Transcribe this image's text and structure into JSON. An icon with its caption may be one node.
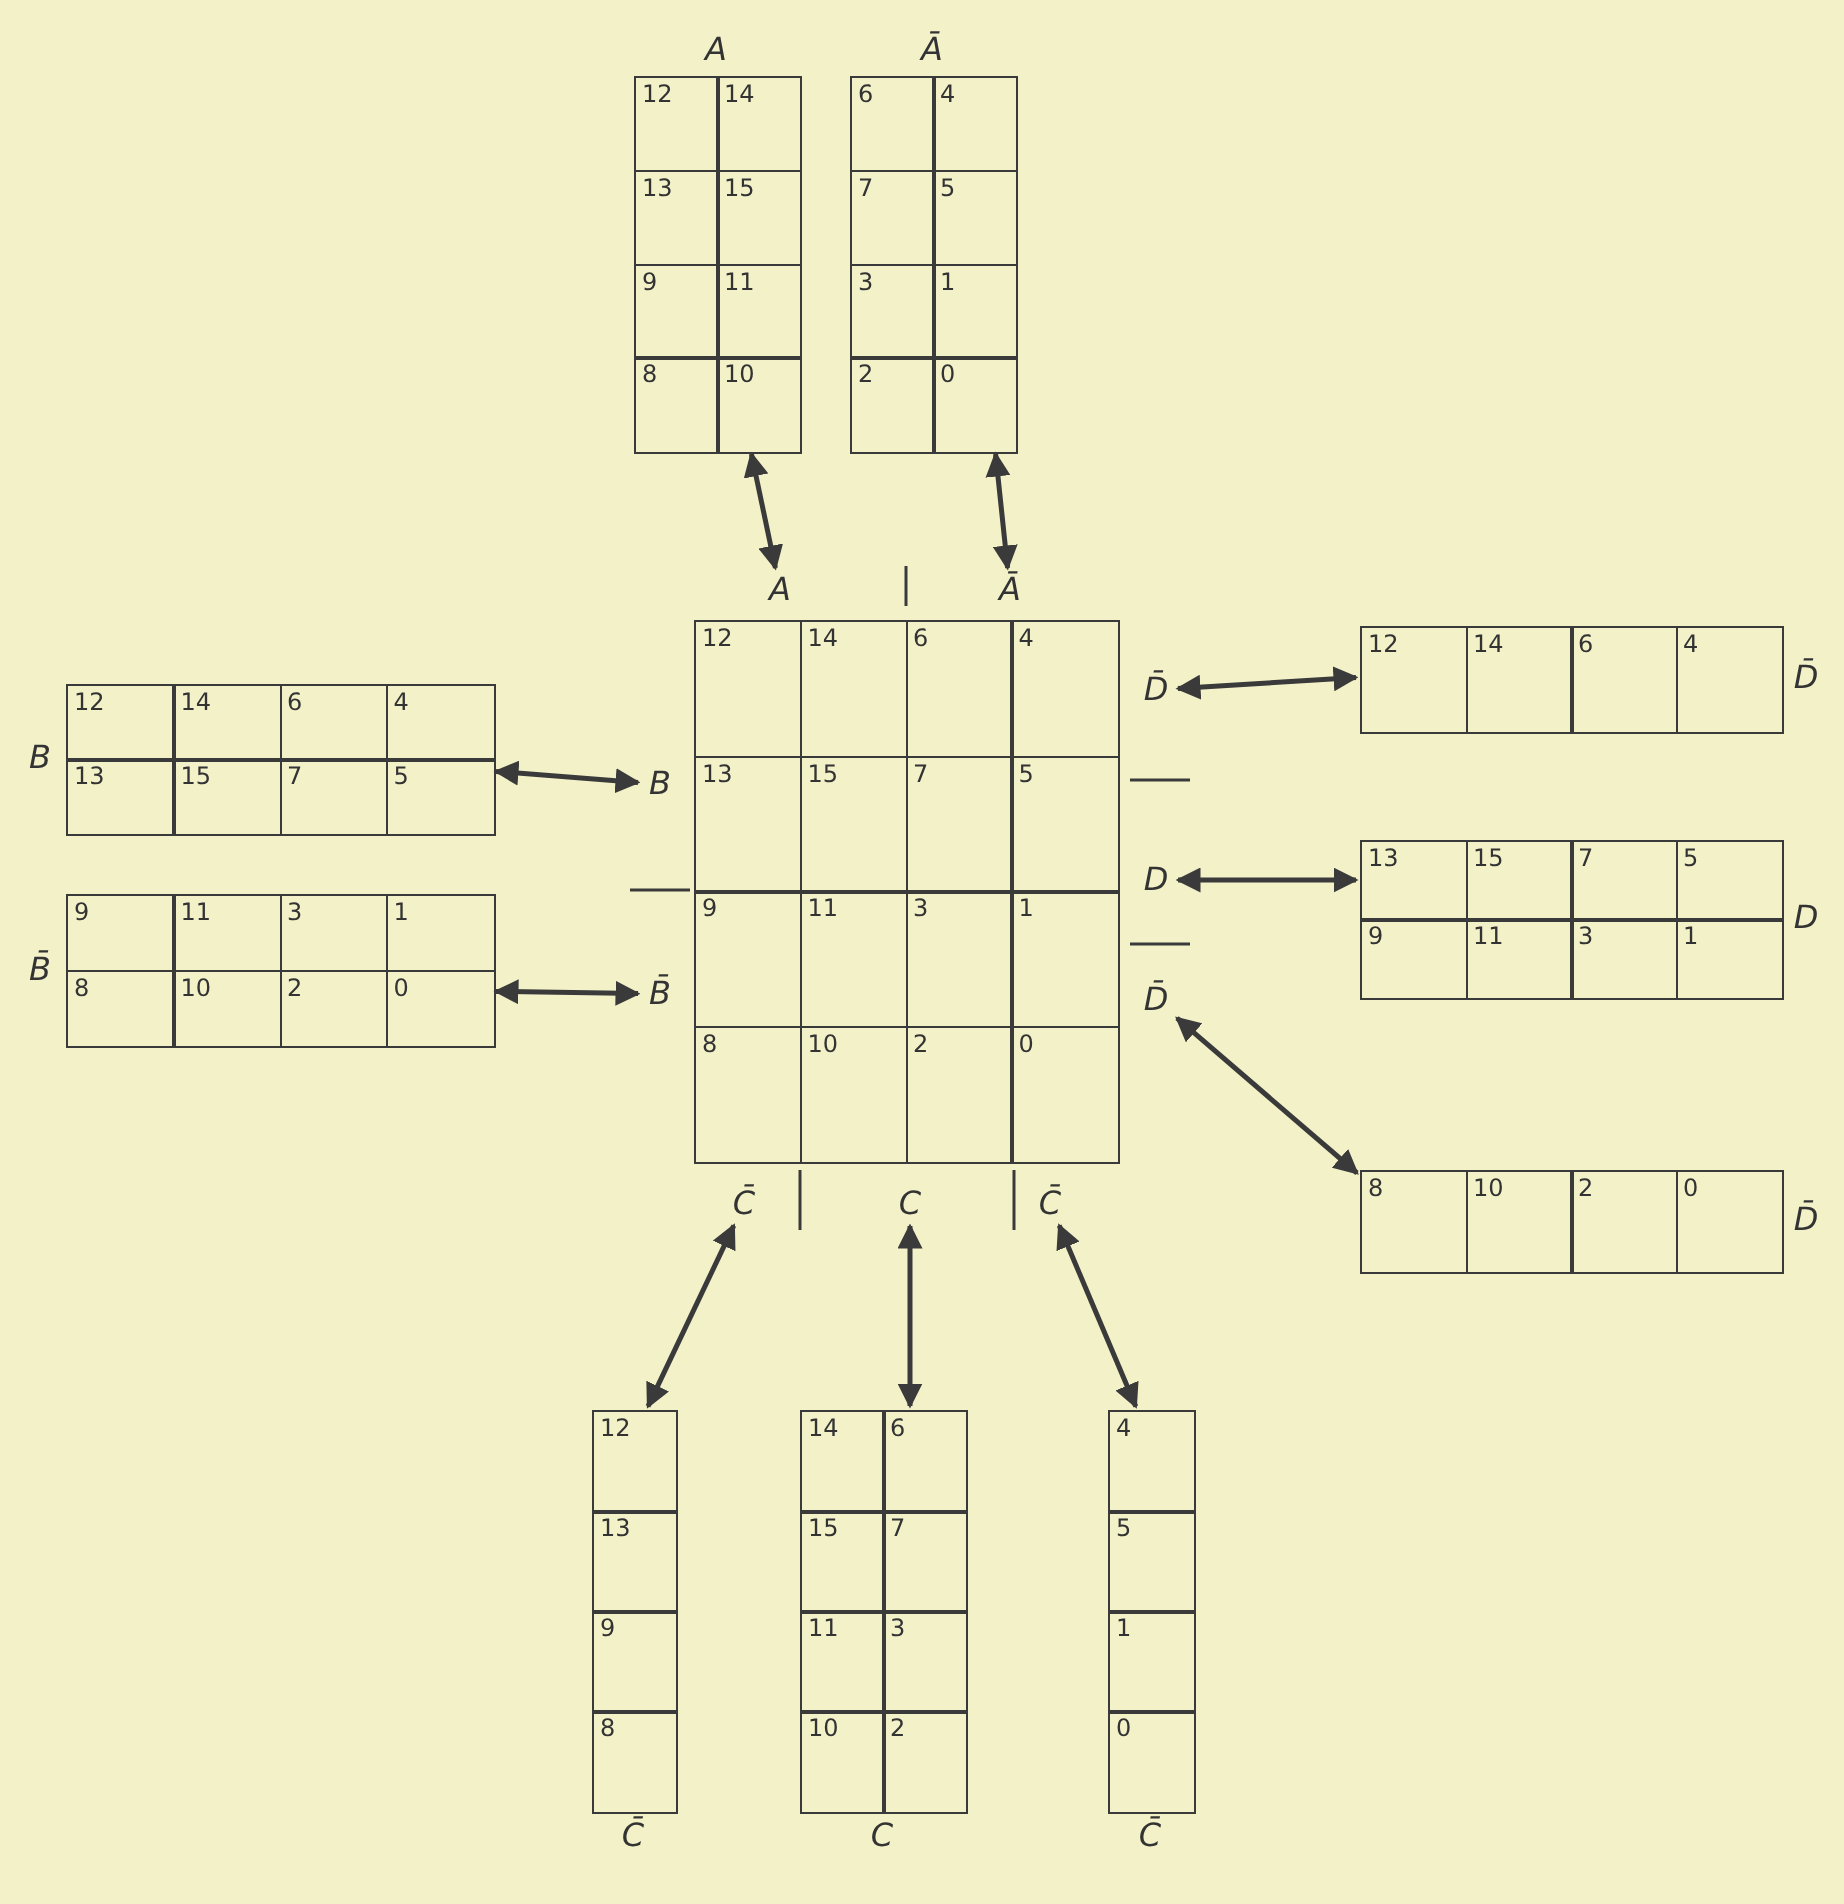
{
  "diagram": {
    "nodes": [
      {
        "text": [
          "A",
          "12",
          "14",
          "13",
          "15",
          "9",
          "11",
          "8",
          "10"
        ]
      },
      {
        "text": [
          "Ā",
          "6",
          "4",
          "7",
          "5",
          "3",
          "1",
          "2",
          "0"
        ]
      },
      {
        "text": [
          "B",
          "12",
          "14",
          "6",
          "4",
          "13",
          "15",
          "7",
          "5"
        ]
      },
      {
        "text": [
          "B̄",
          "9",
          "11",
          "3",
          "1",
          "8",
          "10",
          "2",
          "0"
        ]
      },
      {
        "text": [
          "12",
          "14",
          "6",
          "4",
          "13",
          "15",
          "7",
          "5",
          "9",
          "11",
          "3",
          "1",
          "8",
          "10",
          "2",
          "0"
        ]
      },
      {
        "text": [
          "A"
        ]
      },
      {
        "text": [
          "Ā"
        ]
      },
      {
        "text": [
          "B"
        ]
      },
      {
        "text": [
          "B̄"
        ]
      },
      {
        "text": [
          "D̄"
        ]
      },
      {
        "text": [
          "D"
        ]
      },
      {
        "text": [
          "D̄"
        ]
      },
      {
        "text": [
          "C̄"
        ]
      },
      {
        "text": [
          "C"
        ]
      },
      {
        "text": [
          "C̄"
        ]
      },
      {
        "text": [
          "12",
          "14",
          "6",
          "4",
          "D̄"
        ]
      },
      {
        "text": [
          "13",
          "15",
          "7",
          "5",
          "9",
          "11",
          "3",
          "1",
          "D"
        ]
      },
      {
        "text": [
          "8",
          "10",
          "2",
          "0",
          "D̄"
        ]
      },
      {
        "text": [
          "12",
          "13",
          "9",
          "8",
          "C̄"
        ]
      },
      {
        "text": [
          "14",
          "6",
          "15",
          "7",
          "11",
          "3",
          "10",
          "2",
          "C"
        ]
      },
      {
        "text": [
          "4",
          "5",
          "1",
          "0",
          "C̄"
        ]
      }
    ],
    "edges": [
      {
        "from": 0,
        "to": 5,
        "arrow": "both"
      },
      {
        "from": 1,
        "to": 6,
        "arrow": "both"
      },
      {
        "from": 2,
        "to": 7,
        "arrow": "both"
      },
      {
        "from": 3,
        "to": 8,
        "arrow": "both"
      },
      {
        "from": 15,
        "to": 9,
        "arrow": "both"
      },
      {
        "from": 16,
        "to": 10,
        "arrow": "both"
      },
      {
        "from": 17,
        "to": 11,
        "arrow": "both"
      },
      {
        "from": 18,
        "to": 12,
        "arrow": "both"
      },
      {
        "from": 19,
        "to": 13,
        "arrow": "both"
      },
      {
        "from": 20,
        "to": 14,
        "arrow": "both"
      }
    ]
  }
}
